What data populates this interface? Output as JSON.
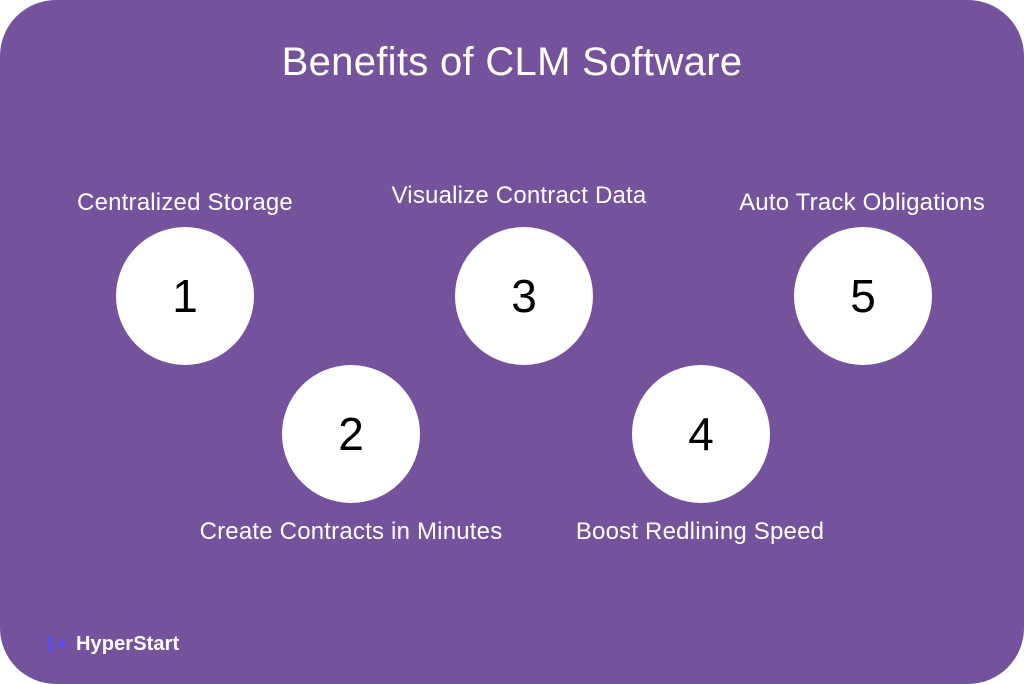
{
  "title": "Benefits of CLM Software",
  "colors": {
    "background": "#75539c",
    "circle": "#ffffff",
    "text": "#ffffff",
    "number": "#000000",
    "logo_accent": "#5b4cff"
  },
  "steps": [
    {
      "number": "1",
      "label": "Centralized Storage"
    },
    {
      "number": "2",
      "label": "Create Contracts in Minutes"
    },
    {
      "number": "3",
      "label": "Visualize Contract Data"
    },
    {
      "number": "4",
      "label": "Boost Redlining Speed"
    },
    {
      "number": "5",
      "label": "Auto Track Obligations"
    }
  ],
  "brand": {
    "icon": "hyperstart-logo-icon",
    "name": "HyperStart"
  }
}
